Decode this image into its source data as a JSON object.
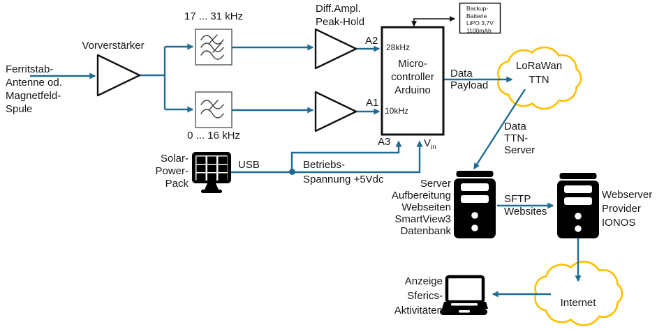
{
  "theme": {
    "line_color": "#1f6b91",
    "cloud_color": "#ffc000",
    "text_color": "#161616",
    "ink_color": "#111111",
    "icon_color": "#000000"
  },
  "labels": {
    "antenna": "Ferritstab-\nAntenne od.\nMagnetfeld-\nSpule",
    "preamp": "Vorverstärker",
    "filter_high": "17 ... 31 kHz",
    "filter_low": "0 ... 16 kHz",
    "diff_ampl": "Diff.Ampl.\nPeak-Hold",
    "a2": "A2",
    "a1": "A1",
    "a3": "A3",
    "vin_base": "V",
    "vin_sub": "in",
    "mc_in_high": "28kHz",
    "mc_in_low": "10kHz",
    "microcontroller": "Micro-\ncontroller\nArduino",
    "battery": "Backup-\nBatterie\nLiPO 3,7V\n1100mAh",
    "data_payload": "Data\nPayload",
    "lorawan": "LoRaWan\nTTN",
    "data_ttn": "Data\nTTN-\nServer",
    "server1": "Server\nAufbereitung\nWebseiten\nSmartView3\nDatenbank",
    "sftp": "SFTP\nWebsites",
    "webserver": "Webserver\nProvider\nIONOS",
    "internet": "Internet",
    "display": "Anzeige\nSferics-\nAktivitäten",
    "solar": "Solar-\nPower-\nPack",
    "usb": "USB",
    "supply": "Betriebs-\nSpannung +5Vdc"
  },
  "icons": {
    "bandpass-filter-icon": "box with three wavy lines",
    "lowpass-filter-icon": "box with two wavy lines",
    "amplifier-icon": "triangle",
    "cloud-icon": "gold cloud outline",
    "server-icon": "black server tower with slots and dots",
    "solar-panel-icon": "black solar panel on stand",
    "laptop-icon": "laptop outline"
  }
}
